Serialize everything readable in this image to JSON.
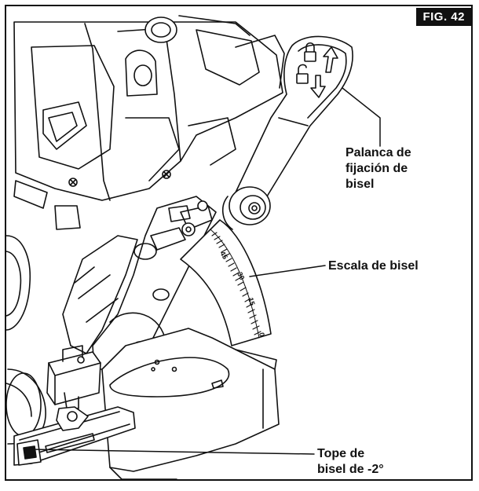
{
  "figure": {
    "badge": "FIG. 42",
    "labels": {
      "bevel_lock_lever": [
        "Palanca de",
        "fijación de",
        "bisel"
      ],
      "bevel_scale": "Escala de bisel",
      "bevel_stop": [
        "Tope de",
        "bisel de -2°"
      ]
    },
    "scale_marks": [
      "45",
      "30",
      "15",
      "0"
    ]
  },
  "colors": {
    "ink": "#111111",
    "paper": "#ffffff",
    "badge_bg": "#111111"
  },
  "icons": [
    "lock-icon",
    "unlock-icon",
    "arrow-up-icon",
    "arrow-down-icon"
  ]
}
